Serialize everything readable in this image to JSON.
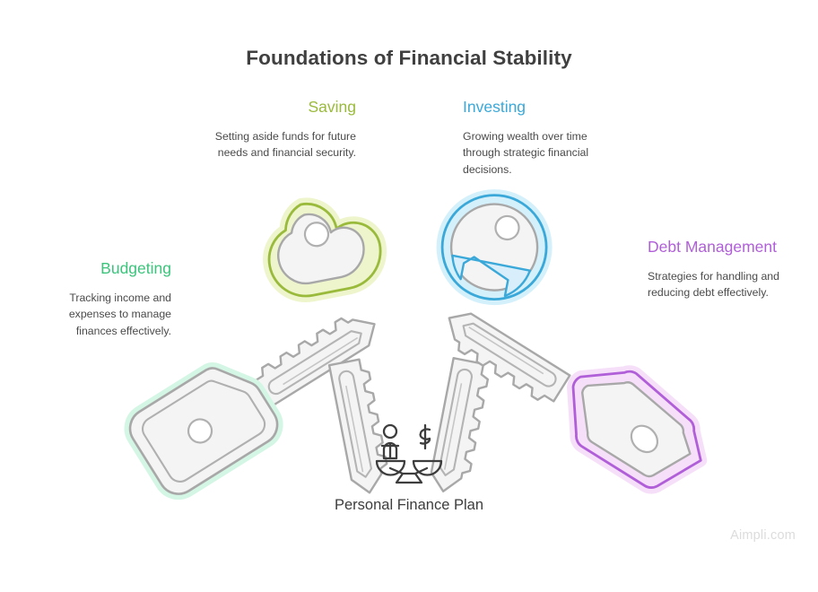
{
  "page": {
    "title": "Foundations of Financial Stability",
    "watermark": "Aimpli.com",
    "background_color": "#ffffff",
    "title_color": "#404040"
  },
  "center": {
    "label": "Personal Finance Plan",
    "icon": "balance-scale-icon",
    "icon_color": "#3d3d3d"
  },
  "branches": [
    {
      "id": "budgeting",
      "label": "Budgeting",
      "description": "Tracking income and expenses to manage finances effectively.",
      "color": "#3cc47c",
      "glow_color": "#d4f6e4",
      "key_shape": "rounded-square-head",
      "align": "right",
      "position": "left"
    },
    {
      "id": "saving",
      "label": "Saving",
      "description": "Setting aside funds for future needs and financial security.",
      "color": "#9aba3c",
      "glow_color": "#eef5cd",
      "key_shape": "cloud-head",
      "align": "right",
      "position": "top-left"
    },
    {
      "id": "investing",
      "label": "Investing",
      "description": "Growing wealth over time through strategic financial decisions.",
      "color": "#3aa8d8",
      "glow_color": "#d4f0fb",
      "key_shape": "circle-head",
      "align": "left",
      "position": "top-right"
    },
    {
      "id": "debt-management",
      "label": "Debt Management",
      "description": "Strategies for handling and reducing debt effectively.",
      "color": "#b05fd8",
      "glow_color": "#f6dff8",
      "key_shape": "hexagon-head",
      "align": "left",
      "position": "right"
    }
  ],
  "style": {
    "key_stroke_color": "#a8a8a8",
    "key_fill_color": "#f4f4f4",
    "description_color": "#4a4a4a"
  }
}
